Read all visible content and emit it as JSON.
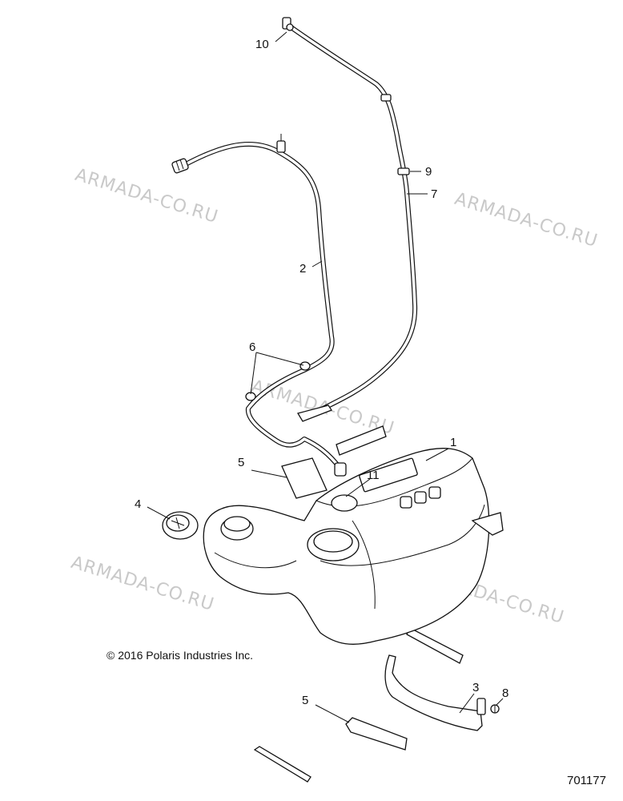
{
  "watermarks": [
    "ARMADA-CO.RU",
    "ARMADA-CO.RU",
    "ARMADA-CO.RU",
    "ARMADA-CO.RU",
    "ARMADA-CO.RU"
  ],
  "callouts": {
    "c1": "1",
    "c2": "2",
    "c3": "3",
    "c4": "4",
    "c5a": "5",
    "c5b": "5",
    "c6": "6",
    "c7": "7",
    "c8": "8",
    "c9": "9",
    "c10": "10",
    "c11": "11"
  },
  "copyright": "© 2016 Polaris Industries Inc.",
  "figure_number": "701177"
}
